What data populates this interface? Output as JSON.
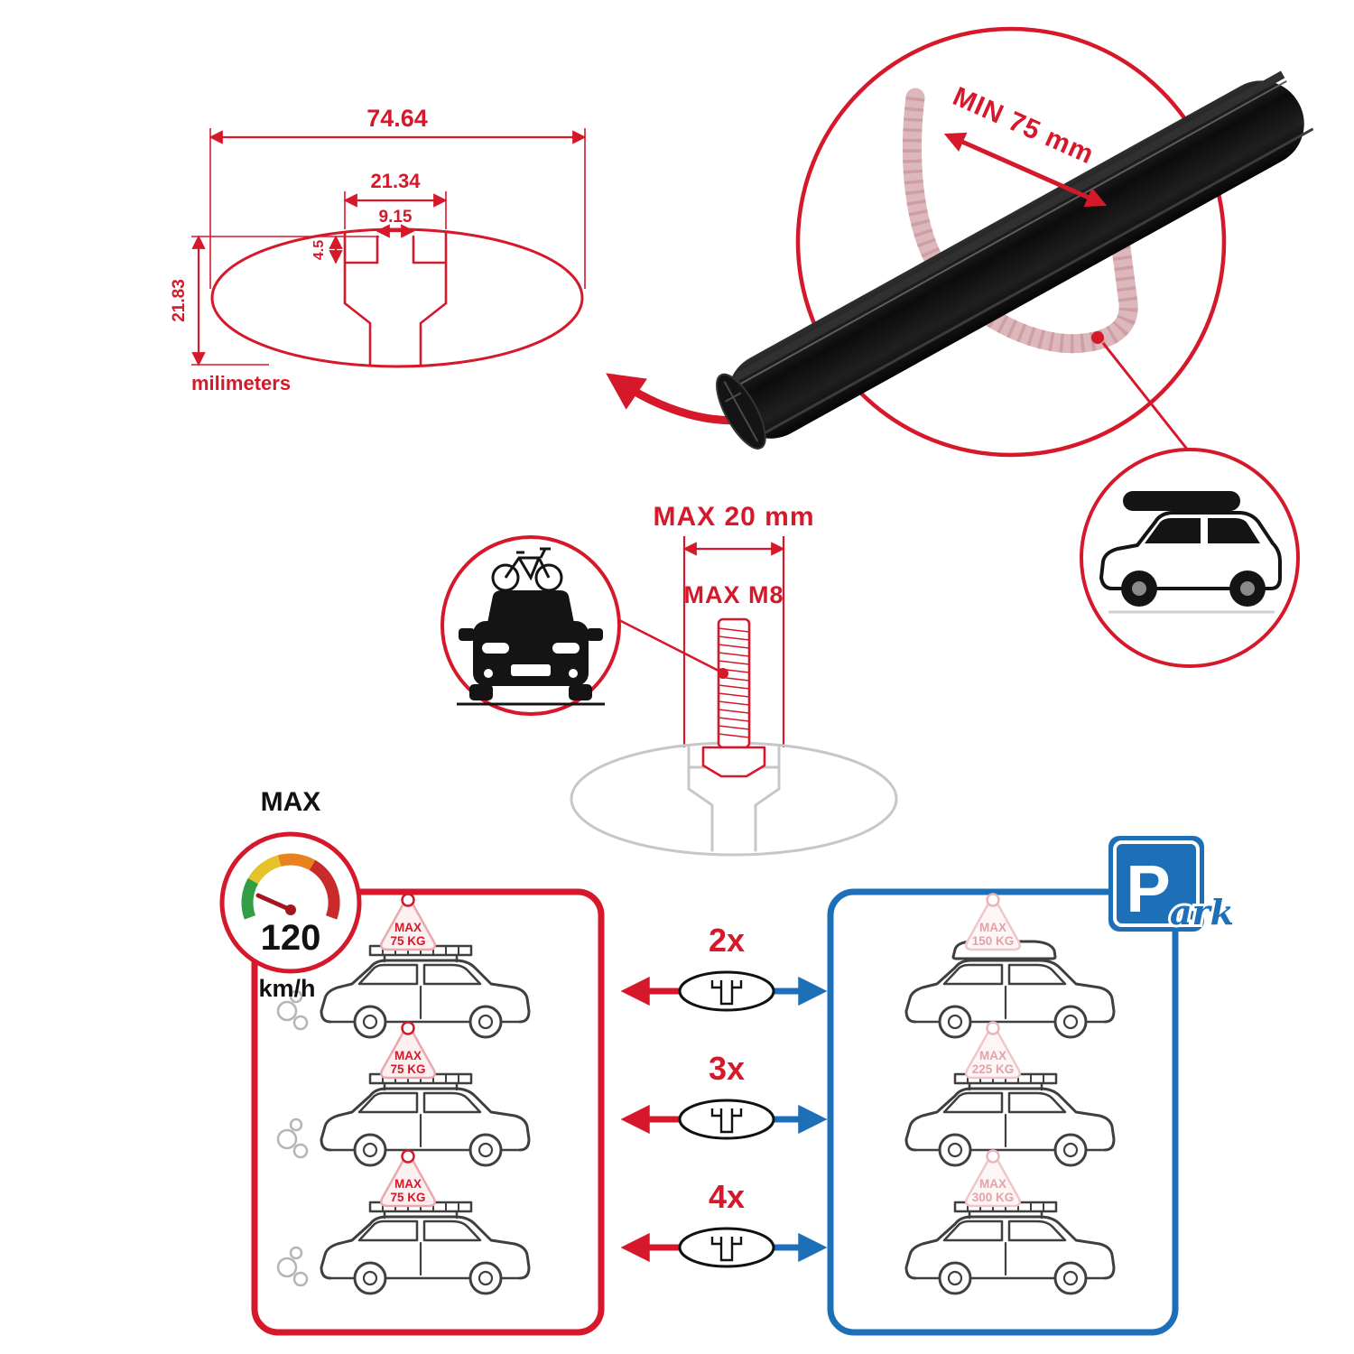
{
  "profile_drawing": {
    "total_width": "74.64",
    "channel_width": "21.34",
    "slot_width": "9.15",
    "lip_depth": "4.5",
    "height": "21.83",
    "unit_label": "milimeters"
  },
  "bar_view": {
    "min_clearance": "MIN 75 mm"
  },
  "bolt_view": {
    "max_length": "MAX 20 mm",
    "max_thread": "MAX M8"
  },
  "speed_gauge": {
    "label": "MAX",
    "value": "120",
    "unit": "km/h"
  },
  "park_sign": {
    "letter": "P",
    "script": "ark"
  },
  "capacity": {
    "driving": [
      {
        "label": "MAX",
        "value": "75 KG"
      },
      {
        "label": "MAX",
        "value": "75 KG"
      },
      {
        "label": "MAX",
        "value": "75 KG"
      }
    ],
    "multipliers": [
      "2x",
      "3x",
      "4x"
    ],
    "parked": [
      {
        "label": "MAX",
        "value": "150 KG"
      },
      {
        "label": "MAX",
        "value": "225 KG"
      },
      {
        "label": "MAX",
        "value": "300 KG"
      }
    ]
  },
  "colors": {
    "red": "#d6182b",
    "blue": "#1d70b7",
    "black": "#111111"
  }
}
